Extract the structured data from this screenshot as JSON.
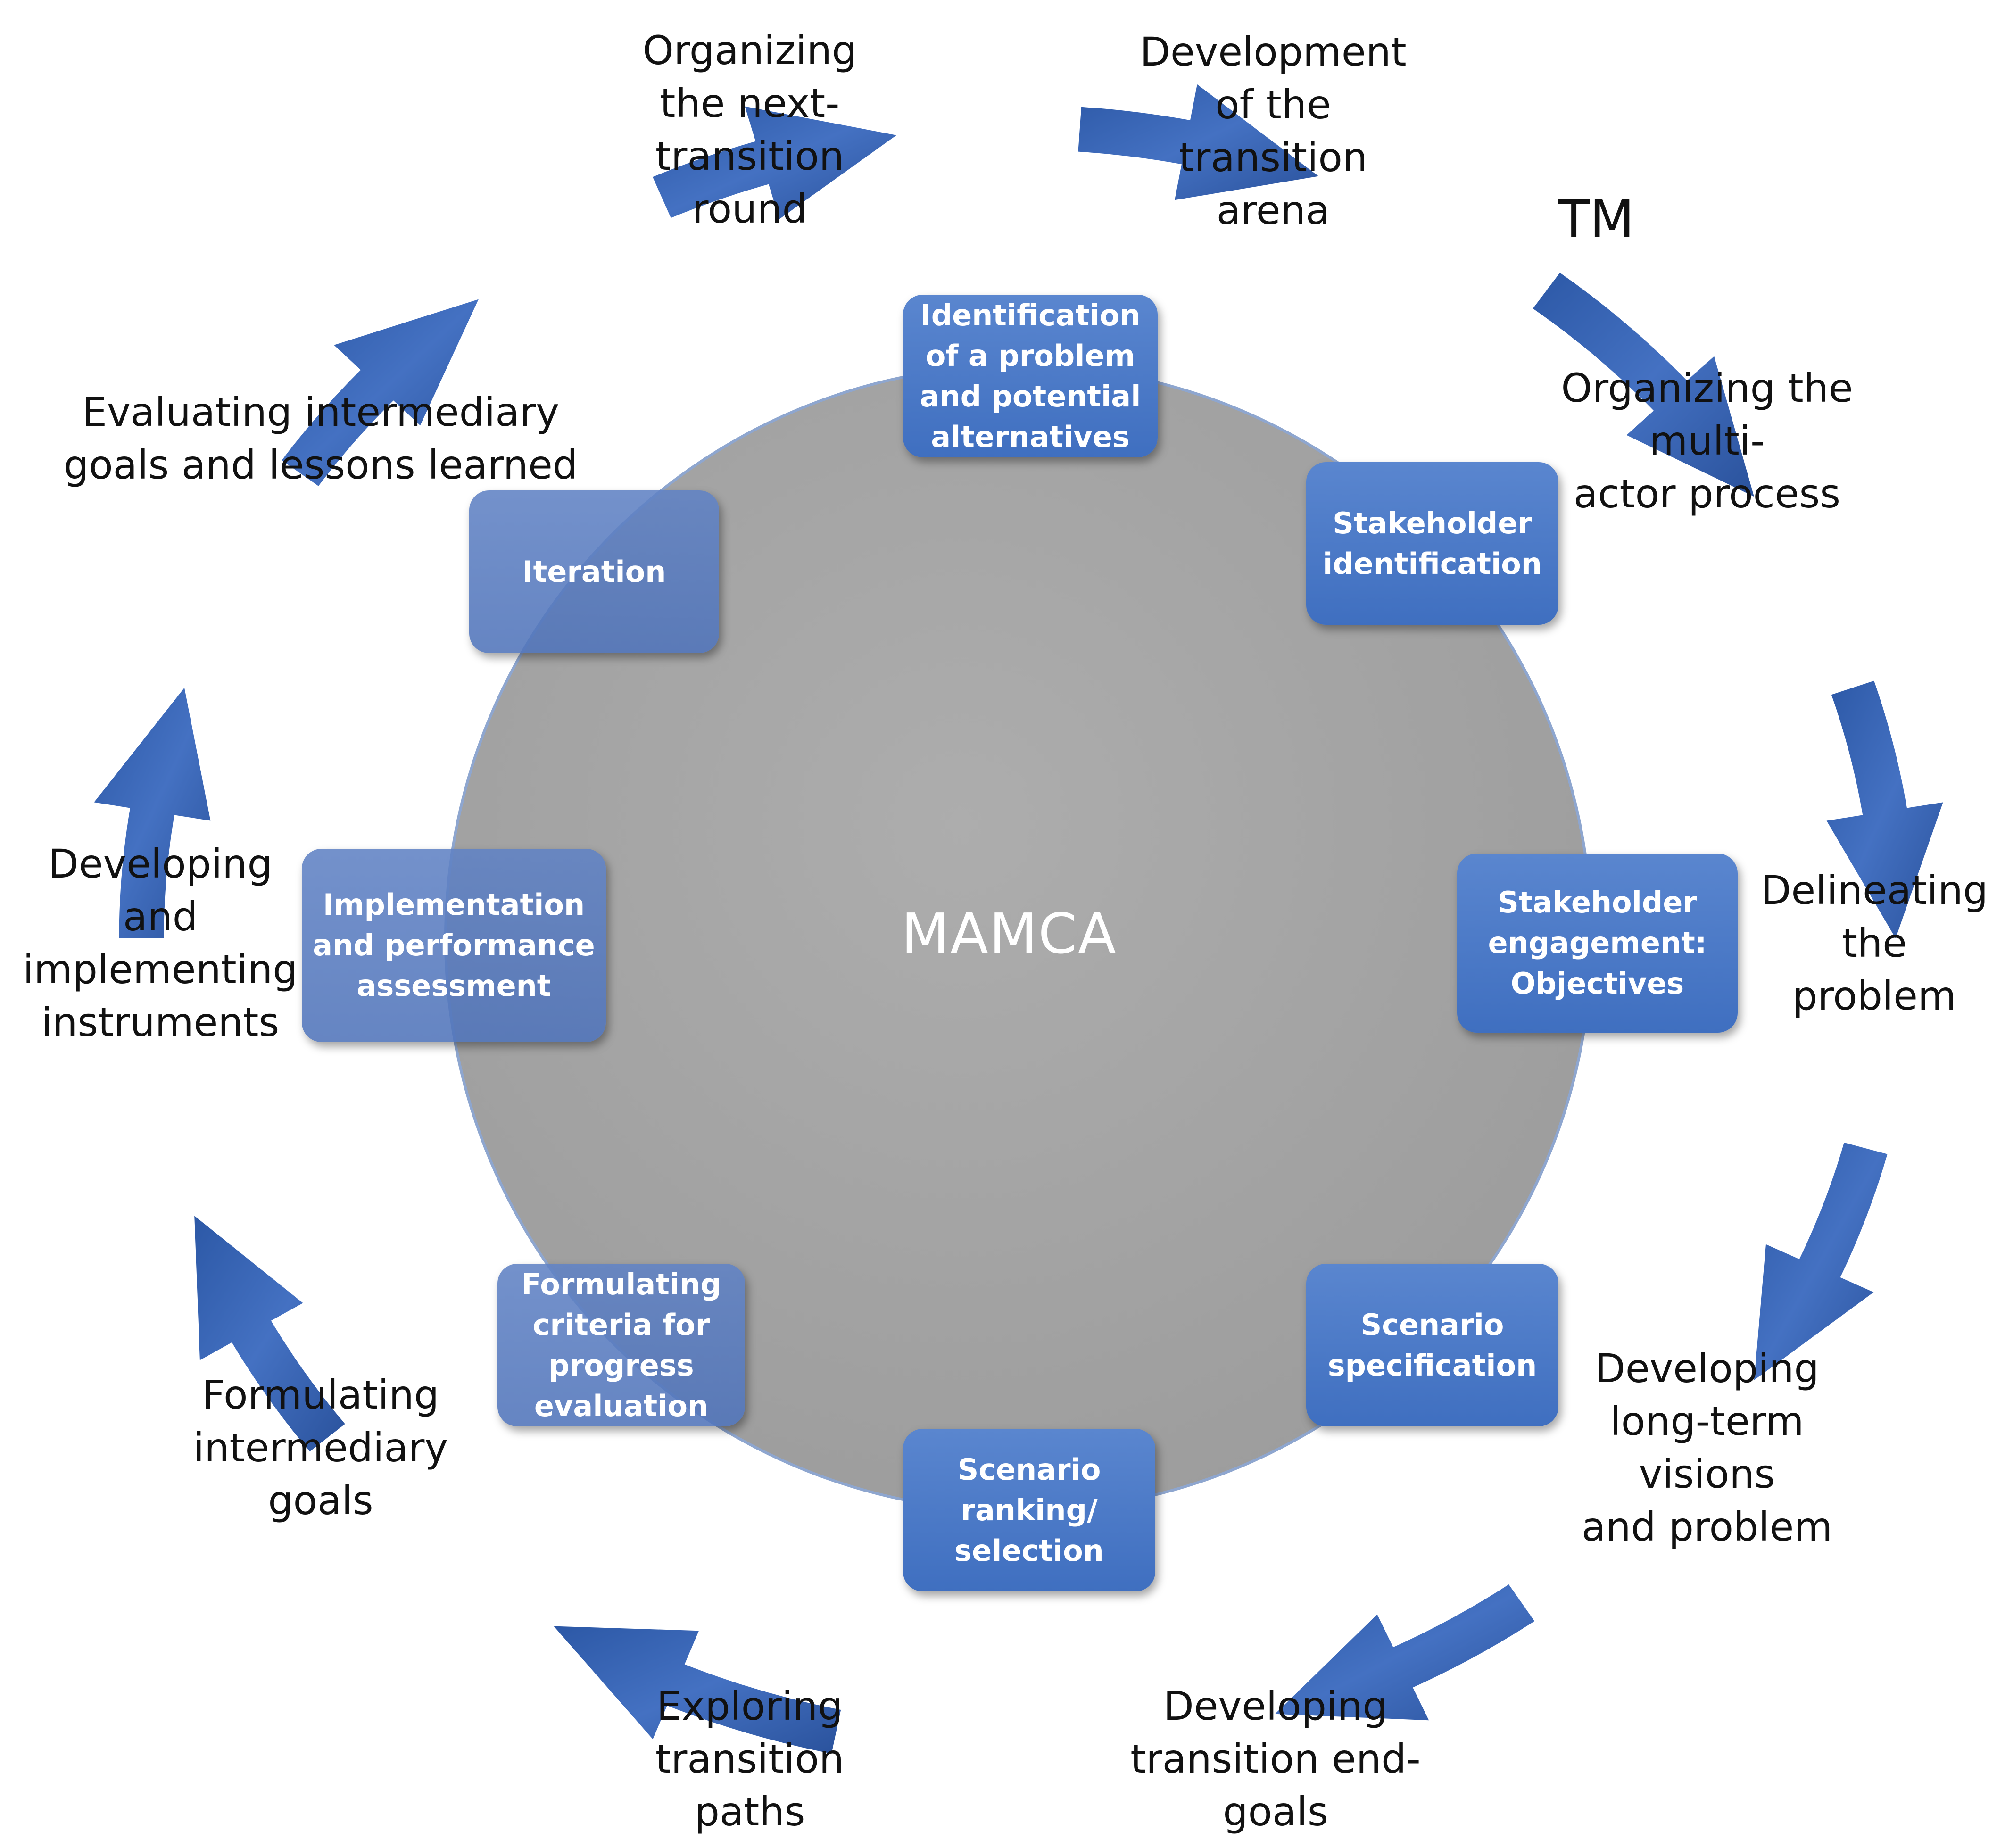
{
  "center": {
    "label": "MAMCA"
  },
  "tm": {
    "title": "TM",
    "steps": [
      "Development\nof the\ntransition\narena",
      "Organizing the multi-\nactor process",
      "Delineating\nthe problem",
      "Developing\nlong-term visions\nand problem",
      "Developing\ntransition end-\ngoals",
      "Exploring\ntransition\npaths",
      "Formulating\nintermediary\ngoals",
      "Developing\nand\nimplementing\ninstruments",
      "Evaluating intermediary\ngoals and lessons learned",
      "Organizing\nthe next-\ntransition\nround"
    ]
  },
  "mamca": {
    "steps": [
      "Identification\nof a problem\nand potential\nalternatives",
      "Stakeholder\nidentification",
      "Stakeholder\nengagement:\nObjectives",
      "Scenario\nspecification",
      "Scenario\nranking/\nselection",
      "Formulating\ncriteria for\nprogress\nevaluation",
      "Implementation\nand performance\nassessment",
      "Iteration"
    ]
  },
  "colors": {
    "circle_fill": "#a6a6a6",
    "arrow_blue": "#2f5ba8",
    "box_blue": "#4a78c6"
  }
}
